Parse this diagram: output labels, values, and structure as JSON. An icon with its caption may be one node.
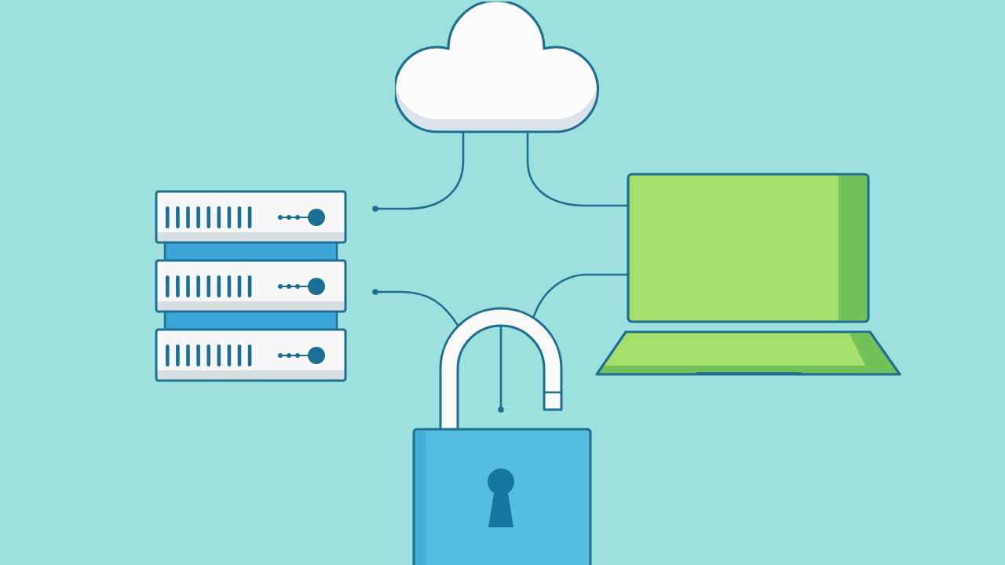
{
  "diagram": {
    "nodes": [
      {
        "text": [],
        "shape": "cloud"
      },
      {
        "text": [],
        "shape": "picture"
      },
      {
        "text": [],
        "shape": "picture"
      },
      {
        "text": [],
        "shape": "picture"
      }
    ],
    "edges": [
      {
        "from": 0,
        "to": 1,
        "arrow": "other"
      },
      {
        "from": 0,
        "to": 2,
        "arrow": "none"
      },
      {
        "from": 3,
        "to": 1,
        "arrow": "other"
      },
      {
        "from": 2,
        "to": 3,
        "arrow": "none"
      },
      {
        "from": 3,
        "to": null,
        "arrow": "other"
      }
    ]
  }
}
